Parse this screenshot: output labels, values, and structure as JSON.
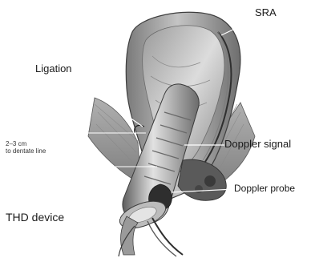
{
  "labels": {
    "sra": "SRA",
    "ligation": "Ligation",
    "distance_line1": "2–3 cm",
    "distance_line2": "to dentate line",
    "doppler_signal": "Doppler signal",
    "doppler_probe": "Doppler probe",
    "thd_device": "THD device"
  },
  "colors": {
    "tissue_light": "#bdbdbd",
    "tissue_mid": "#8c8c8c",
    "tissue_dark": "#4a4a4a",
    "device_light": "#d6d6d6",
    "device_dark": "#6b6b6b",
    "leader_line": "#ffffff"
  }
}
